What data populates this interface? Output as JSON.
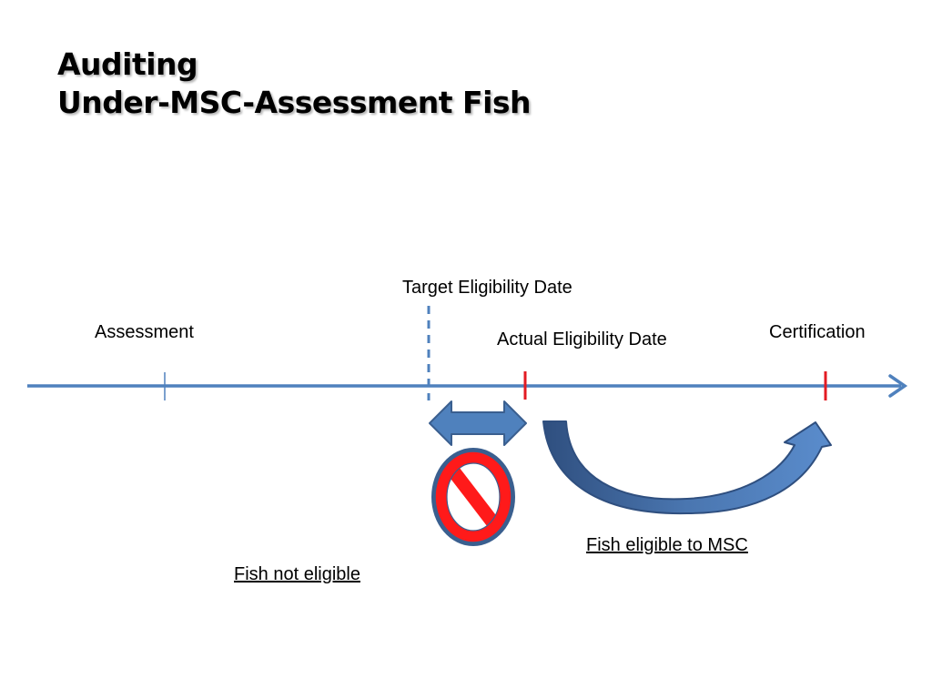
{
  "slide": {
    "title_line1": "Auditing",
    "title_line2": "Under-MSC-Assessment Fish"
  },
  "timeline": {
    "labels": {
      "target_date": "Target Eligibility Date",
      "assessment": "Assessment",
      "actual_date": "Actual Eligibility Date",
      "certification": "Certification",
      "fish_eligible": "Fish eligible to MSC",
      "fish_not_eligible": "Fish not eligible"
    }
  },
  "colors": {
    "timeline_line": "#4f81bd",
    "dashed_marker": "#4f81bd",
    "event_marker": "#e31b23",
    "arrow_fill": "#4f81bd",
    "arrow_stroke": "#3a5f8f",
    "prohibition_red": "#ff0000",
    "prohibition_outline": "#3a5f8f"
  },
  "icons": {
    "double_arrow": "double-headed-arrow-icon",
    "prohibition": "no-sign-icon",
    "curved_arrow": "curved-arrow-icon"
  }
}
